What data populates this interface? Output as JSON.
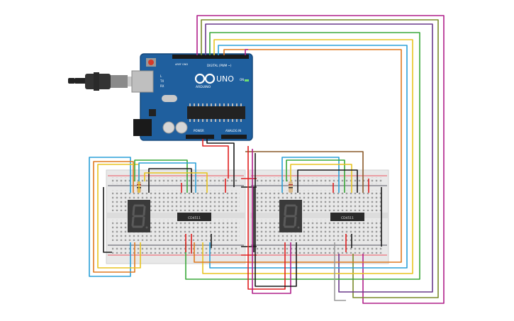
{
  "arduino": {
    "model": "UNO",
    "brand": "ARDUINO",
    "digital_label": "DIGITAL (PWM ~)",
    "power_label": "POWER",
    "analog_label": "ANALOG IN",
    "aref": "AREF",
    "gnd": "GND",
    "pin_l": "L",
    "pin_tx": "TX",
    "pin_rx": "RX",
    "on_label": "ON",
    "body_color": "#1f5f9e"
  },
  "chips": {
    "left_label": "CD4511",
    "right_label": "CD4511"
  },
  "colors": {
    "wire_red": "#e02020",
    "wire_black": "#1a1a1a",
    "wire_green": "#3aa83a",
    "wire_yellow": "#e8c420",
    "wire_blue": "#2aa0d8",
    "wire_orange": "#e07a20",
    "wire_magenta": "#b0208a",
    "wire_brown": "#8a5a2a",
    "wire_grey": "#9a9a9a",
    "wire_olive": "#7a8a2a",
    "wire_purple": "#6a3a8a"
  }
}
